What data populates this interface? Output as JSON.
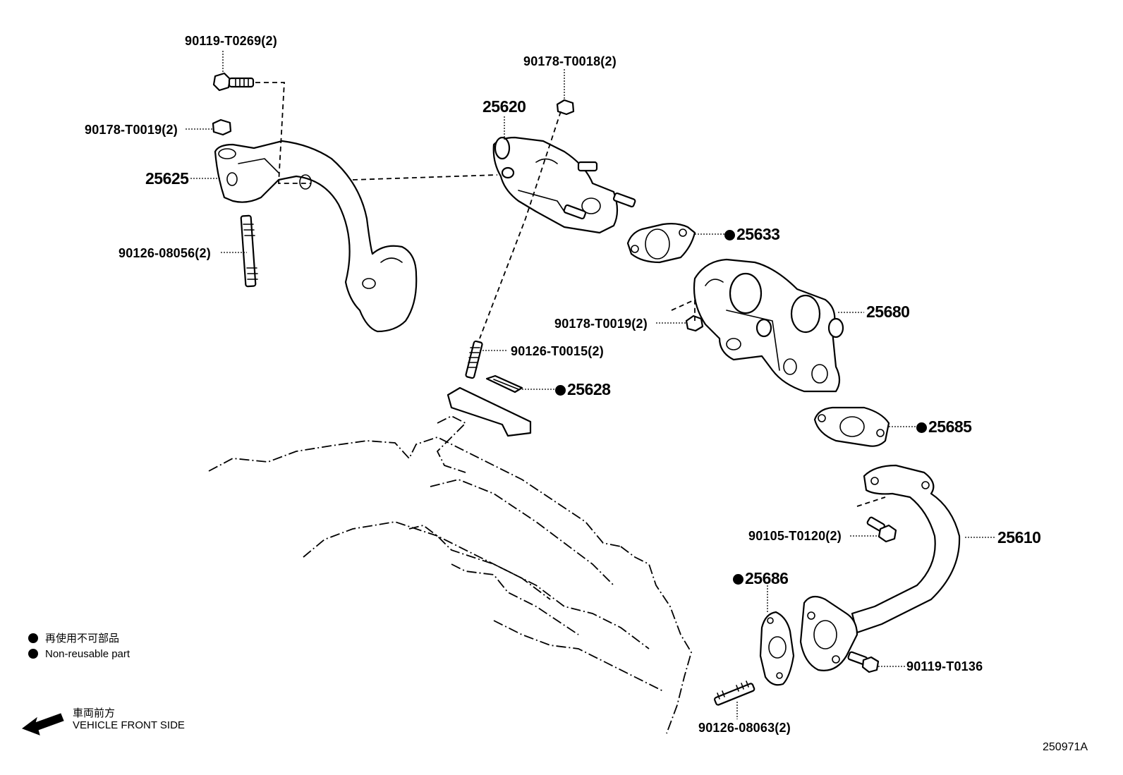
{
  "parts": {
    "bolt_top": "90119-T0269(2)",
    "nut_top_center": "90178-T0018(2)",
    "nut_left": "90178-T0019(2)",
    "bracket": "25625",
    "stud_left": "90126-08056(2)",
    "valve": "25620",
    "gasket_a": "25633",
    "cooler": "25680",
    "nut_mid": "90178-T0019(2)",
    "stud_center": "90126-T0015(2)",
    "gasket_b": "25628",
    "gasket_c": "25685",
    "pipe": "25610",
    "bolt_pipe": "90105-T0120(2)",
    "gasket_d": "25686",
    "bolt_bottom": "90119-T0136",
    "stud_bottom": "90126-08063(2)"
  },
  "legend": {
    "line1": "再使用不可部品",
    "line2": "Non-reusable part"
  },
  "direction": {
    "line1": "車両前方",
    "line2": "VEHICLE FRONT SIDE"
  },
  "figure_id": "250971A"
}
